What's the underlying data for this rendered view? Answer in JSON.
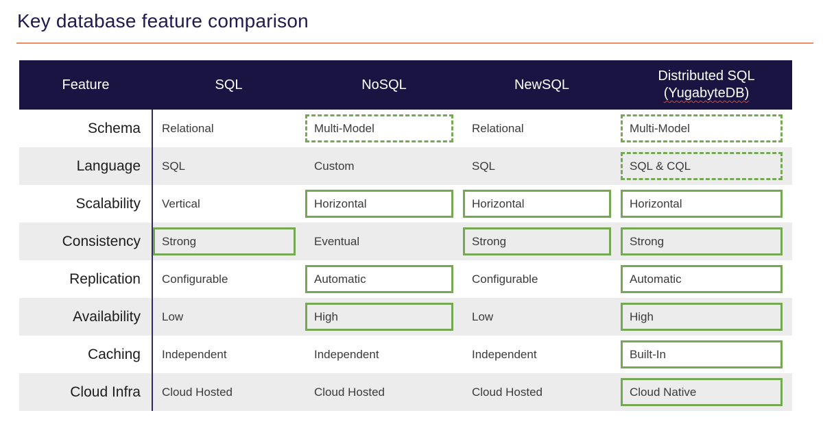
{
  "title": "Key database feature comparison",
  "colors": {
    "header_bg": "#191442",
    "title_text": "#221A4E",
    "accent_line": "#EE8C5F",
    "highlight_green": "#75A853",
    "row_alt_bg": "#ECECEC",
    "divider_navy": "#2F2960",
    "squiggle": "#E2472C"
  },
  "table": {
    "columns": [
      {
        "label": "Feature"
      },
      {
        "label": "SQL"
      },
      {
        "label": "NoSQL"
      },
      {
        "label": "NewSQL"
      },
      {
        "label": "Distributed SQL",
        "sublabel": "(YugabyteDB)"
      }
    ],
    "rows": [
      {
        "feature": "Schema",
        "cells": [
          {
            "text": "Relational",
            "highlight": "none"
          },
          {
            "text": "Multi-Model",
            "highlight": "dashed"
          },
          {
            "text": "Relational",
            "highlight": "none"
          },
          {
            "text": "Multi-Model",
            "highlight": "dashed"
          }
        ]
      },
      {
        "feature": "Language",
        "cells": [
          {
            "text": "SQL",
            "highlight": "none"
          },
          {
            "text": "Custom",
            "highlight": "none"
          },
          {
            "text": "SQL",
            "highlight": "none"
          },
          {
            "text": "SQL & CQL",
            "highlight": "dashed"
          }
        ]
      },
      {
        "feature": "Scalability",
        "cells": [
          {
            "text": "Vertical",
            "highlight": "none"
          },
          {
            "text": "Horizontal",
            "highlight": "solid"
          },
          {
            "text": "Horizontal",
            "highlight": "solid"
          },
          {
            "text": "Horizontal",
            "highlight": "solid"
          }
        ]
      },
      {
        "feature": "Consistency",
        "cells": [
          {
            "text": "Strong",
            "highlight": "solid"
          },
          {
            "text": "Eventual",
            "highlight": "none"
          },
          {
            "text": "Strong",
            "highlight": "solid"
          },
          {
            "text": "Strong",
            "highlight": "solid"
          }
        ]
      },
      {
        "feature": "Replication",
        "cells": [
          {
            "text": "Configurable",
            "highlight": "none"
          },
          {
            "text": "Automatic",
            "highlight": "solid"
          },
          {
            "text": "Configurable",
            "highlight": "none"
          },
          {
            "text": "Automatic",
            "highlight": "solid"
          }
        ]
      },
      {
        "feature": "Availability",
        "cells": [
          {
            "text": "Low",
            "highlight": "none"
          },
          {
            "text": "High",
            "highlight": "solid"
          },
          {
            "text": "Low",
            "highlight": "none"
          },
          {
            "text": "High",
            "highlight": "solid"
          }
        ]
      },
      {
        "feature": "Caching",
        "cells": [
          {
            "text": "Independent",
            "highlight": "none"
          },
          {
            "text": "Independent",
            "highlight": "none"
          },
          {
            "text": "Independent",
            "highlight": "none"
          },
          {
            "text": "Built-In",
            "highlight": "solid"
          }
        ]
      },
      {
        "feature": "Cloud Infra",
        "cells": [
          {
            "text": "Cloud Hosted",
            "highlight": "none"
          },
          {
            "text": "Cloud Hosted",
            "highlight": "none"
          },
          {
            "text": "Cloud Hosted",
            "highlight": "none"
          },
          {
            "text": "Cloud Native",
            "highlight": "solid"
          }
        ]
      }
    ]
  }
}
